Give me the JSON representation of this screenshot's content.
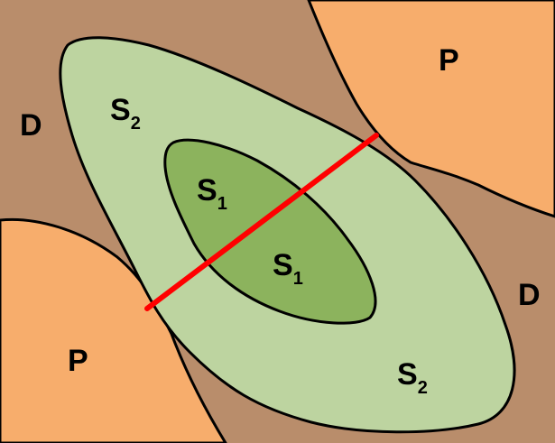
{
  "colors": {
    "background_brown": "#b98d6b",
    "p_region": "#f7ad6c",
    "s2_region": "#bdd4a0",
    "s1_region": "#8cb35d",
    "outline": "#000000",
    "divider_line": "#ff0000"
  },
  "labels": {
    "d_top_left": "D",
    "d_right": "D",
    "p_top_right": "P",
    "p_bottom_left": "P",
    "s2_upper": {
      "base": "S",
      "sub": "2"
    },
    "s2_lower": {
      "base": "S",
      "sub": "2"
    },
    "s1_upper": {
      "base": "S",
      "sub": "1"
    },
    "s1_lower": {
      "base": "S",
      "sub": "1"
    }
  }
}
